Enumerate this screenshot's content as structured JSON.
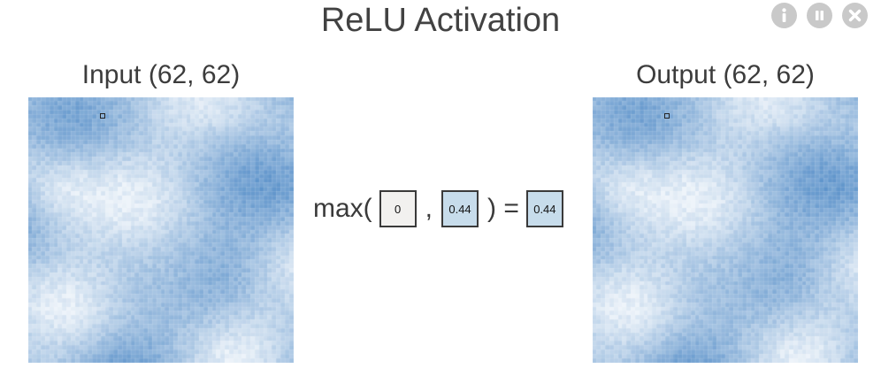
{
  "title": "ReLU Activation",
  "controls": [
    {
      "icon": "info-icon",
      "label": "i"
    },
    {
      "icon": "pause-icon",
      "label": ""
    },
    {
      "icon": "close-icon",
      "label": ""
    }
  ],
  "input_panel": {
    "label": "Input (62, 62)",
    "grid_size": 62
  },
  "output_panel": {
    "label": "Output (62, 62)",
    "grid_size": 62
  },
  "formula": {
    "prefix": "max(",
    "zero_value": "0",
    "separator": ",",
    "input_value": "0.44",
    "suffix": ") =",
    "output_value": "0.44"
  },
  "colors": {
    "heatmap_light": "#eef4fa",
    "heatmap_dark": "#3f7fc1",
    "control_bg": "#c9c9c9"
  }
}
